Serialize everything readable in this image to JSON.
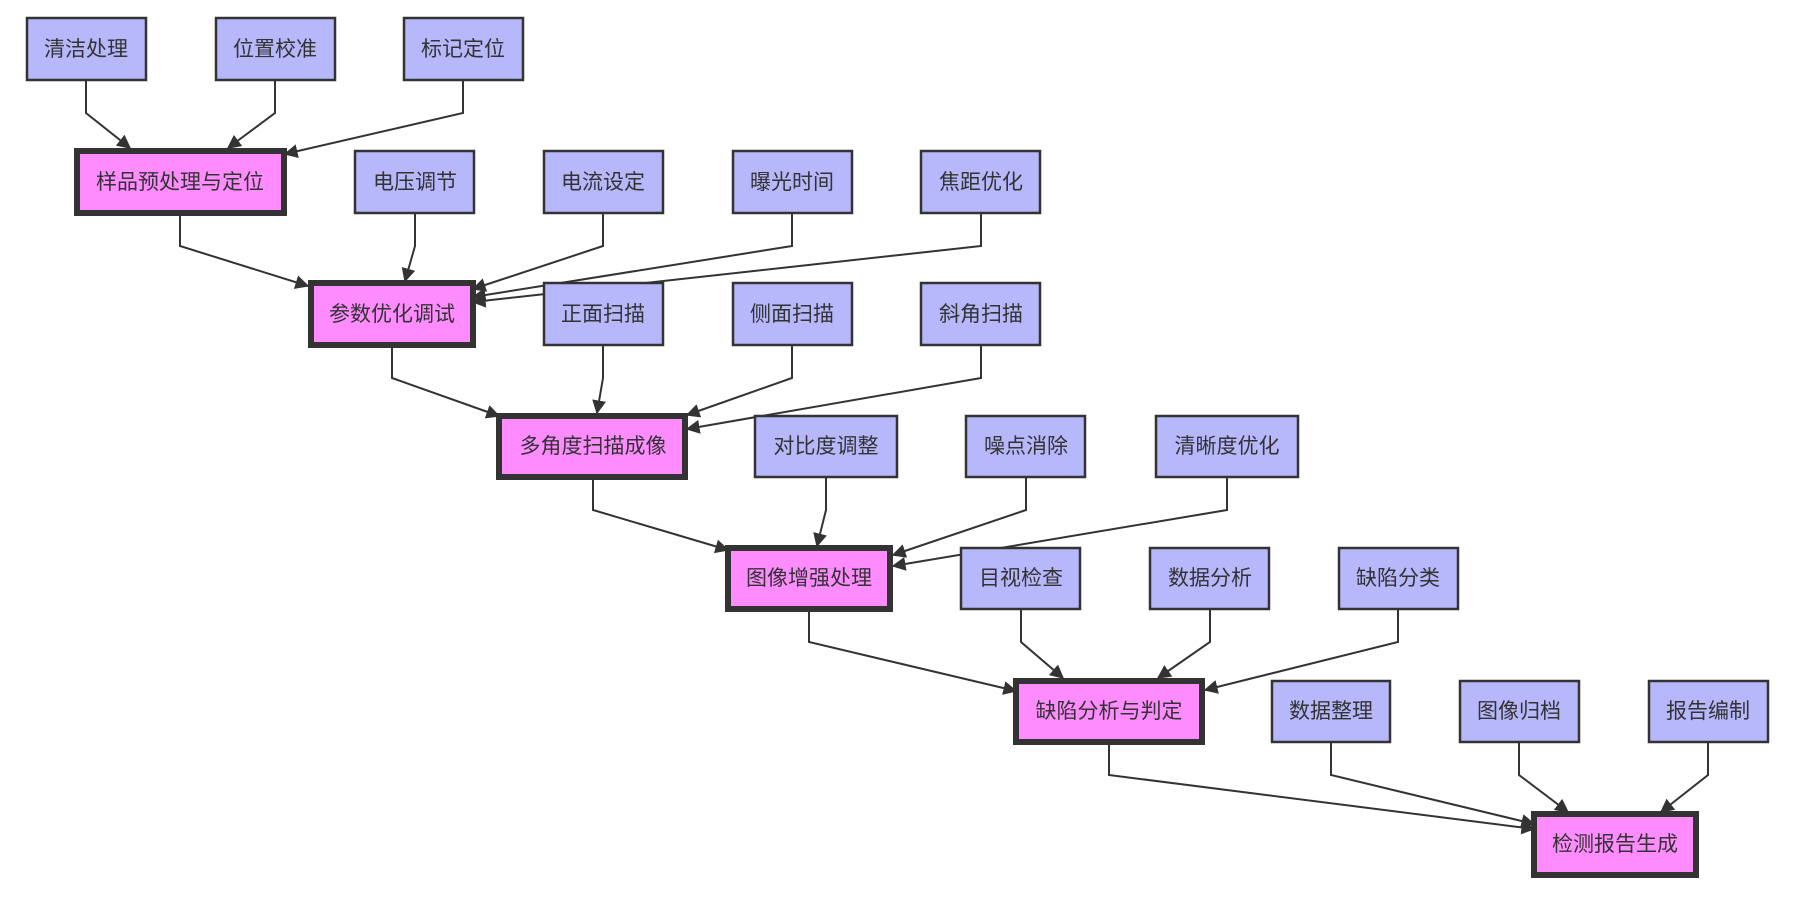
{
  "colors": {
    "main_fill": "#ff8cff",
    "sub_fill": "#b7b7fb",
    "stroke": "#333333"
  },
  "nodes": {
    "clean": "清洁处理",
    "calib": "位置校准",
    "mark": "标记定位",
    "prep": "样品预处理与定位",
    "voltage": "电压调节",
    "current": "电流设定",
    "exposure": "曝光时间",
    "focus": "焦距优化",
    "param": "参数优化调试",
    "front": "正面扫描",
    "side": "侧面扫描",
    "oblique": "斜角扫描",
    "multi": "多角度扫描成像",
    "contrast": "对比度调整",
    "noise": "噪点消除",
    "sharp": "清晰度优化",
    "enhance": "图像增强处理",
    "visual": "目视检查",
    "data_an": "数据分析",
    "defect_cls": "缺陷分类",
    "defect": "缺陷分析与判定",
    "organize": "数据整理",
    "archive": "图像归档",
    "compile": "报告编制",
    "report": "检测报告生成"
  }
}
